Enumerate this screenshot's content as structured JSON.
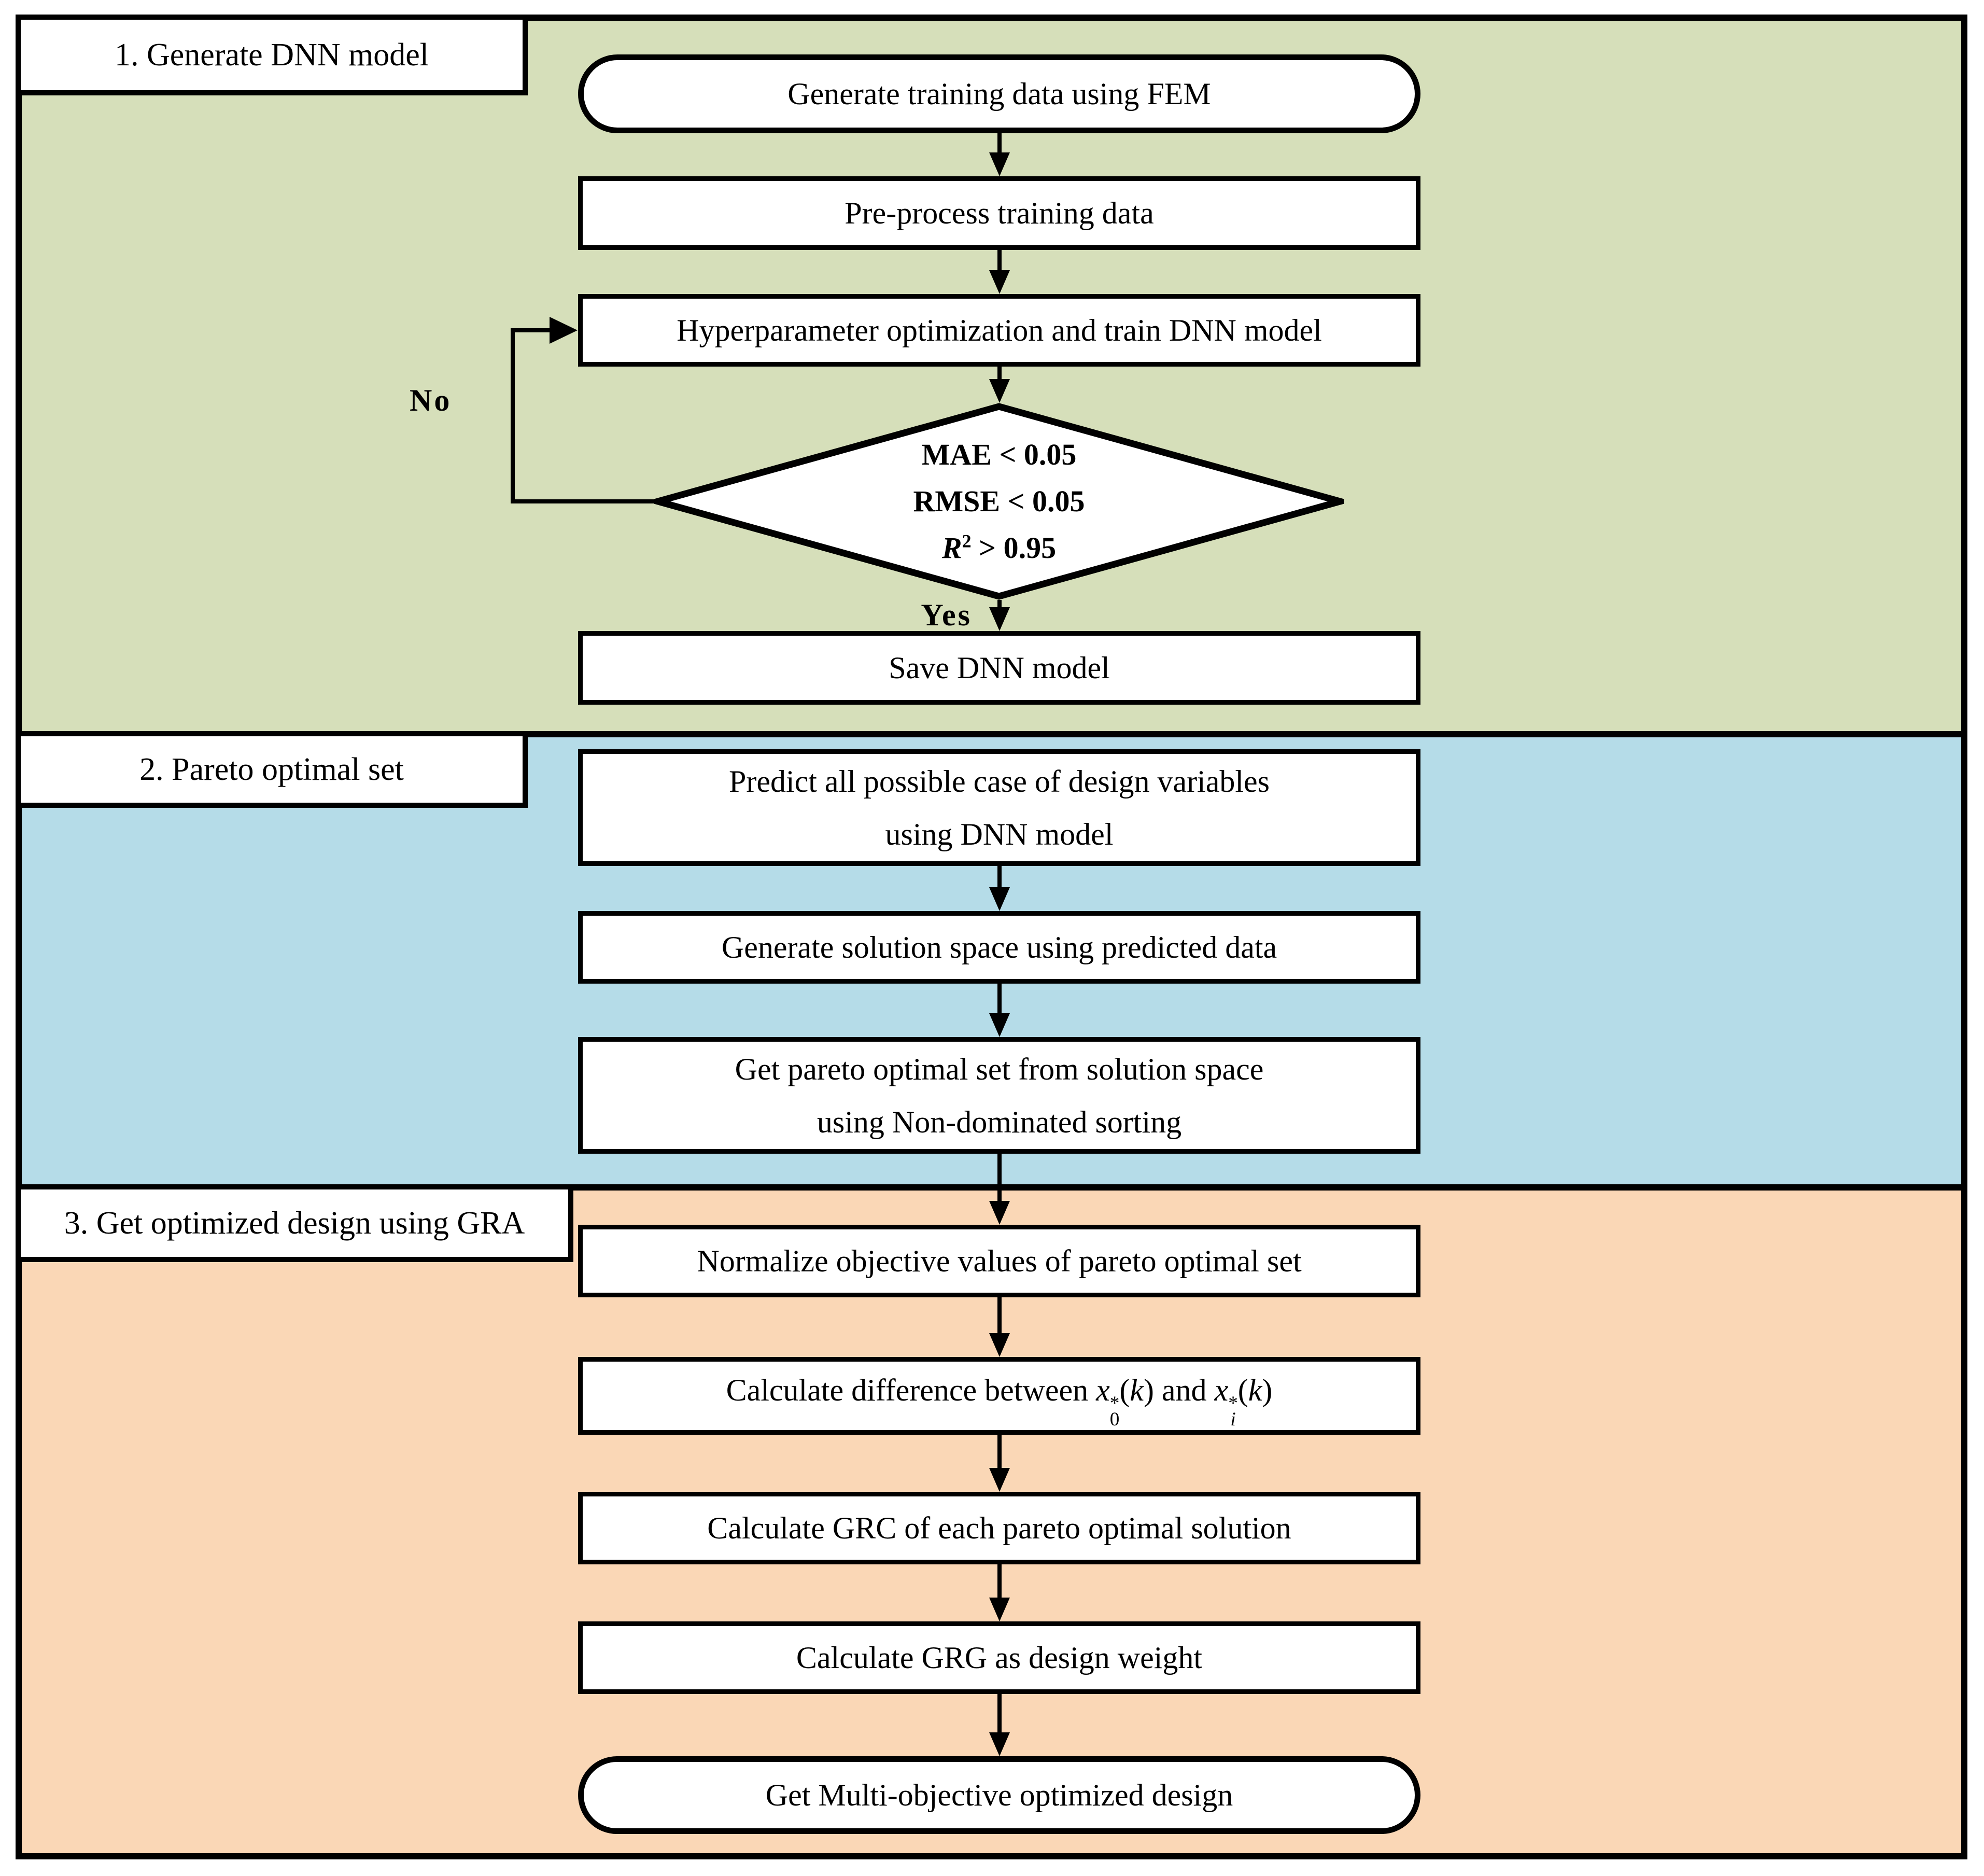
{
  "sections": [
    {
      "label": "1. Generate DNN model"
    },
    {
      "label": "2. Pareto optimal set"
    },
    {
      "label": "3. Get optimized design using GRA"
    }
  ],
  "nodes": {
    "generate_training": "Generate training data using FEM",
    "preprocess": "Pre-process training data",
    "hyperparameter": "Hyperparameter optimization and train DNN model",
    "decision": {
      "line1": "MAE < 0.05",
      "line2": "RMSE < 0.05",
      "line3_base": "R",
      "line3_sup": "2",
      "line3_rest": " > 0.95"
    },
    "save_model": "Save DNN model",
    "predict": {
      "line1": "Predict all possible case of design variables",
      "line2": "using DNN model"
    },
    "solution_space": "Generate solution space using predicted data",
    "pareto": {
      "line1": "Get pareto optimal set from solution space",
      "line2": "using Non-dominated sorting"
    },
    "normalize": "Normalize objective values of pareto optimal set",
    "calc_diff": {
      "prefix": "Calculate difference between ",
      "x_base": "x",
      "sup_star": "*",
      "sub_zero": "0",
      "sub_i": "i",
      "arg_open": "(",
      "arg_k": "k",
      "arg_close": ")",
      "mid": " and "
    },
    "calc_grc": "Calculate GRC of each pareto optimal solution",
    "calc_grg": "Calculate GRG as design weight",
    "final": "Get Multi-objective optimized design"
  },
  "edge_labels": {
    "no": "No",
    "yes": "Yes"
  },
  "colors": {
    "section1_bg": "#d6dfba",
    "section2_bg": "#b5dce8",
    "section3_bg": "#fad7b6",
    "node_bg": "#ffffff",
    "line": "#000000"
  }
}
